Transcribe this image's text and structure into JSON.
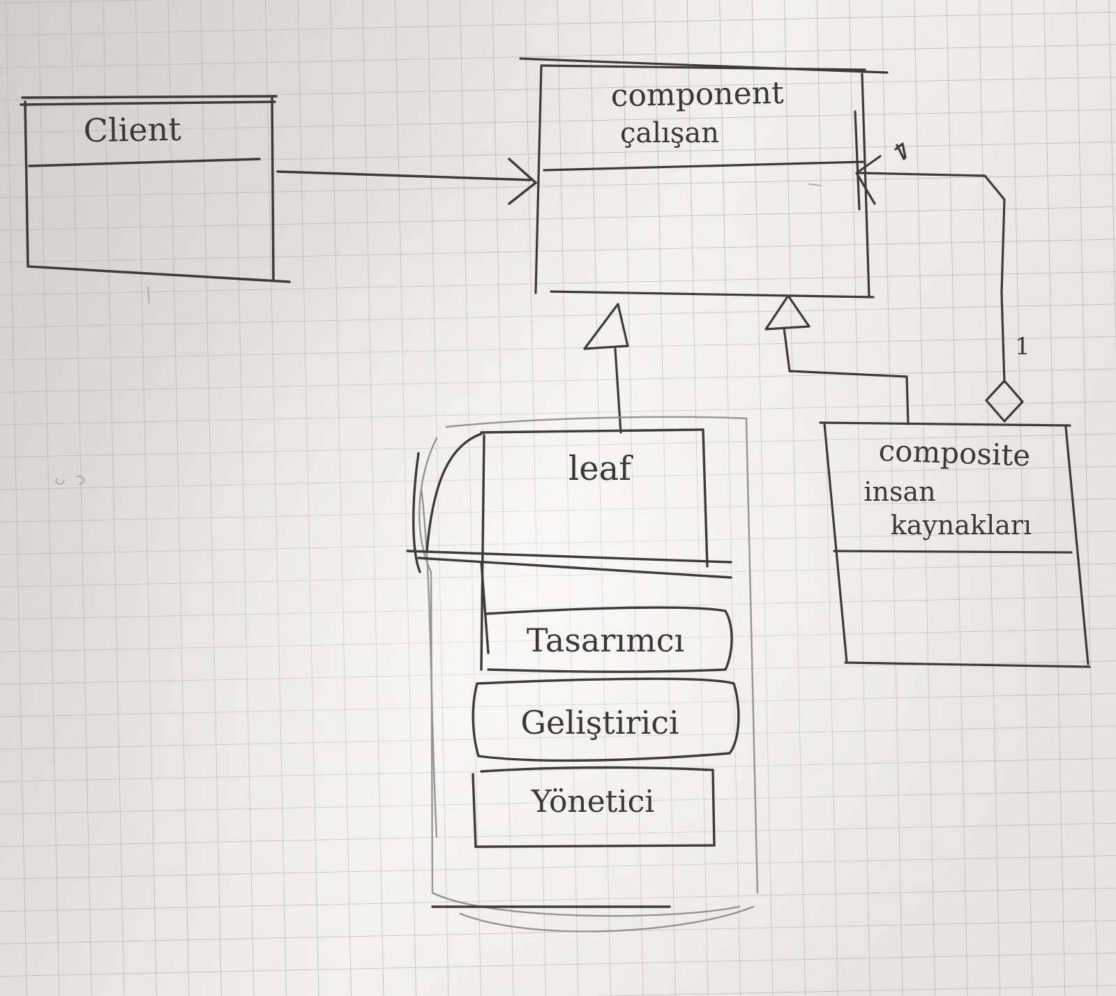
{
  "classes": {
    "client": {
      "name": "Client"
    },
    "component": {
      "name": "component",
      "subtitle": "çalışan"
    },
    "leaf": {
      "name": "leaf",
      "items": [
        "Tasarımcı",
        "Geliştirici",
        "Yönetici"
      ]
    },
    "composite": {
      "name": "composite",
      "subtitle_lines": [
        "insan",
        "kaynakları"
      ]
    }
  },
  "relations": {
    "aggregation_multiplicity": "1"
  }
}
